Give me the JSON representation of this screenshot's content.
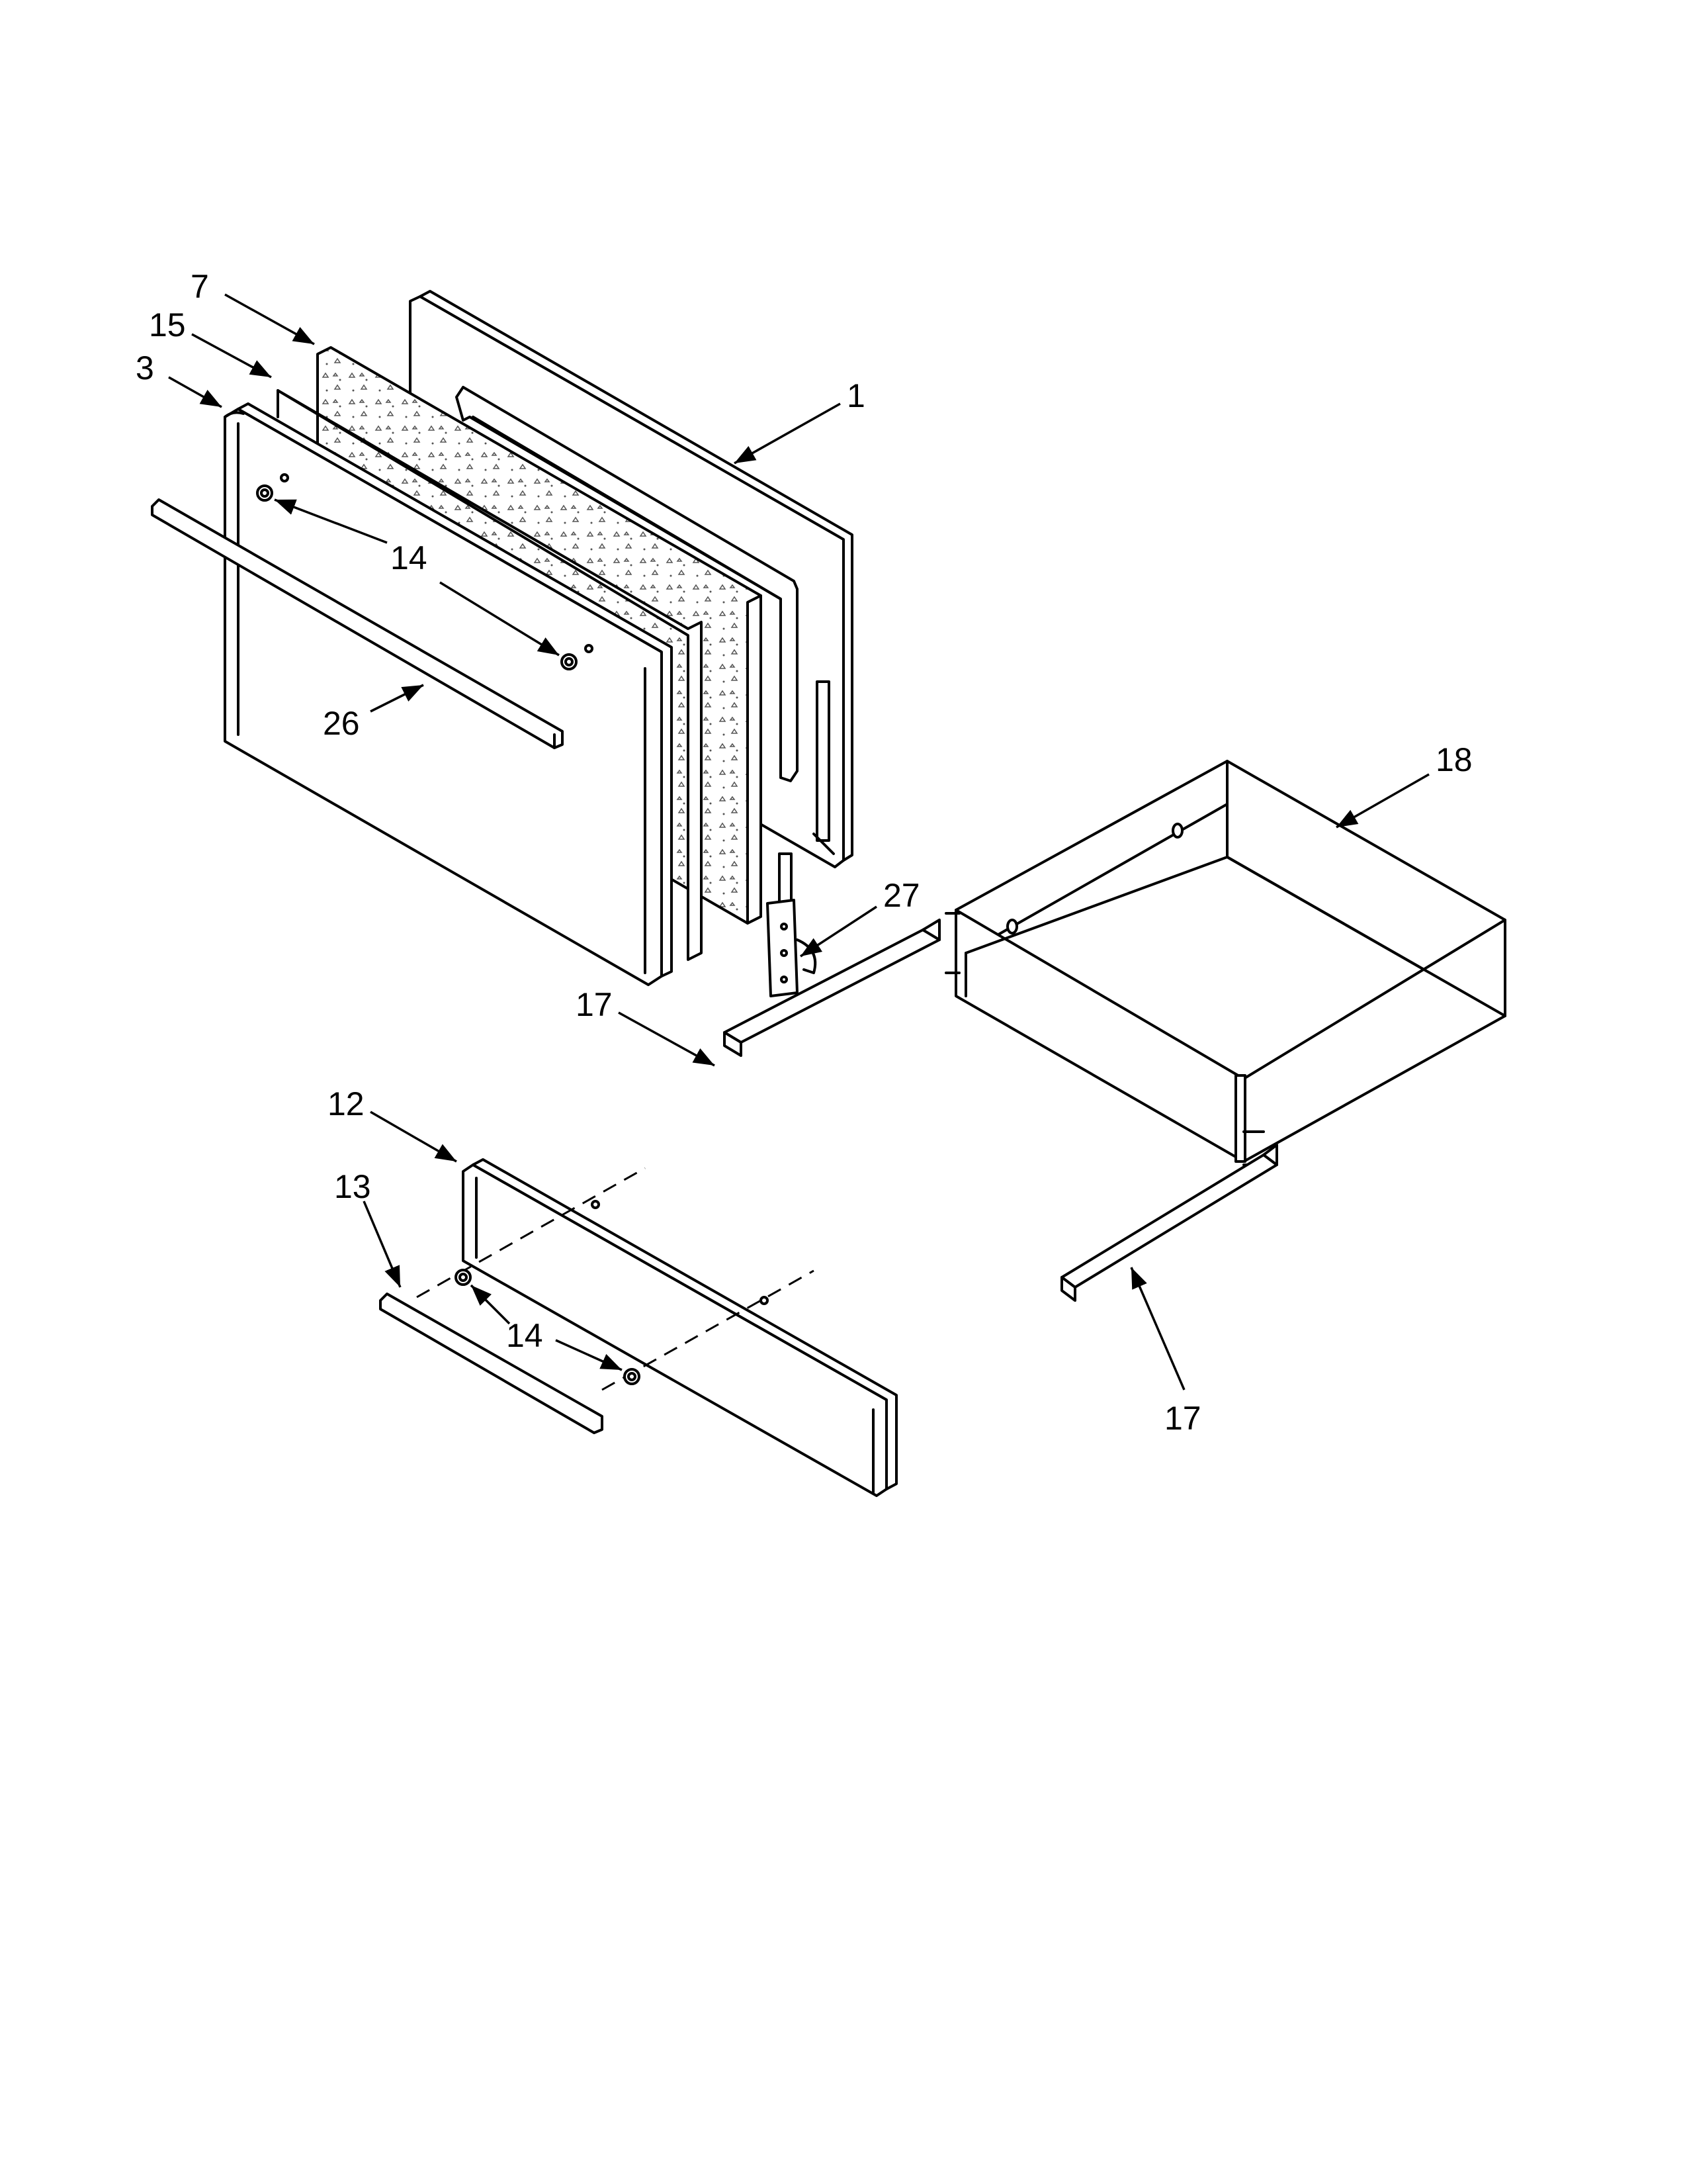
{
  "callouts": [
    {
      "id": "c7",
      "text": "7"
    },
    {
      "id": "c15",
      "text": "15"
    },
    {
      "id": "c3",
      "text": "3"
    },
    {
      "id": "c1",
      "text": "1"
    },
    {
      "id": "c14a",
      "text": "14"
    },
    {
      "id": "c26",
      "text": "26"
    },
    {
      "id": "c18",
      "text": "18"
    },
    {
      "id": "c27",
      "text": "27"
    },
    {
      "id": "c17a",
      "text": "17"
    },
    {
      "id": "c12",
      "text": "12"
    },
    {
      "id": "c13",
      "text": "13"
    },
    {
      "id": "c14b",
      "text": "14"
    },
    {
      "id": "c17b",
      "text": "17"
    }
  ]
}
